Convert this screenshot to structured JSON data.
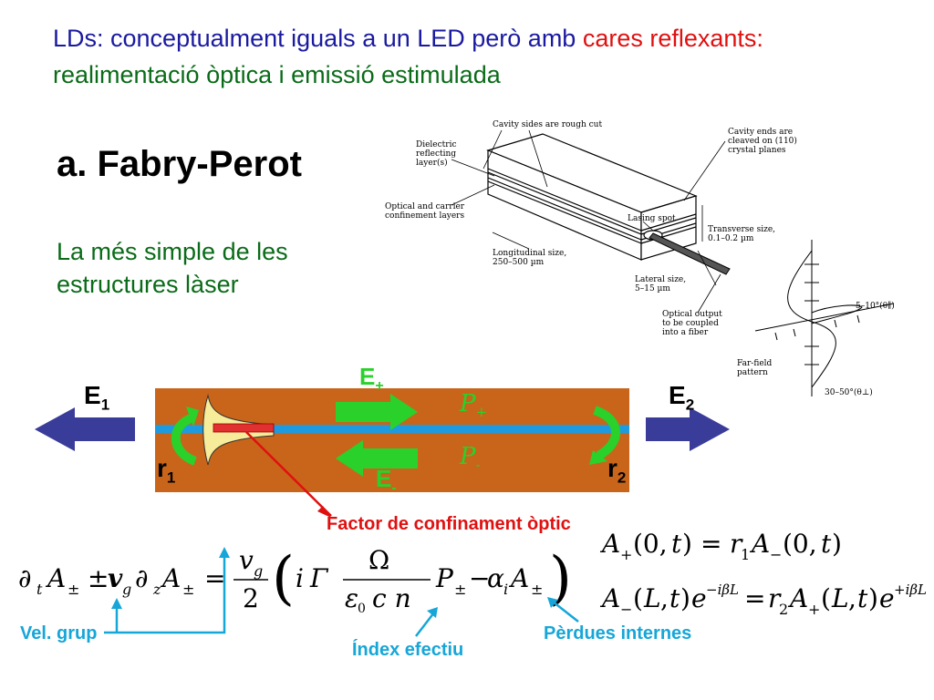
{
  "title": {
    "part1": "LDs: conceptualment iguals a un LED però amb ",
    "part2": "cares reflexants:",
    "part3": " realimentació òptica i emissió estimulada"
  },
  "heading": "a. Fabry-Perot",
  "subtitle": "La més simple de les estructures làser",
  "laser_figure": {
    "cavity_sides": "Cavity sides are rough cut",
    "cavity_ends_1": "Cavity ends are",
    "cavity_ends_2": "cleaved on (110)",
    "cavity_ends_3": "crystal planes",
    "dielectric_1": "Dielectric",
    "dielectric_2": "reflecting",
    "dielectric_3": "layer(s)",
    "optical_conf_1": "Optical and carrier",
    "optical_conf_2": "confinement layers",
    "lasing_spot": "Lasing spot",
    "transverse_1": "Transverse size,",
    "transverse_2": "0.1–0.2 µm",
    "longitudinal_1": "Longitudinal size,",
    "longitudinal_2": "250–500 µm",
    "lateral_1": "Lateral size,",
    "lateral_2": "5–15 µm",
    "optical_output_1": "Optical output",
    "optical_output_2": "to be coupled",
    "optical_output_3": "into a fiber",
    "farfield_1": "Far-field",
    "farfield_2": "pattern",
    "angle_1": "5–10°(θ∥)",
    "angle_2": "30–50°(θ⊥)"
  },
  "cavity": {
    "e1": "E",
    "e1_sub": "1",
    "e2": "E",
    "e2_sub": "2",
    "eplus": "E",
    "eplus_sub": "+",
    "eminus": "E",
    "eminus_sub": "-",
    "pplus": "P",
    "pplus_sub": "+",
    "pminus": "P",
    "pminus_sub": "-",
    "r1": "r",
    "r1_sub": "1",
    "r2": "r",
    "r2_sub": "2"
  },
  "labels": {
    "confinement": "Factor de confinament òptic",
    "group_velocity": "Vel. grup",
    "effective_index": "Índex efectiu",
    "internal_losses": "Pèrdues internes"
  },
  "colors": {
    "title_blue": "#1a1aa0",
    "accent_red": "#e01010",
    "text_green": "#0a6b18",
    "bright_green": "#29d12a",
    "cavity_brown": "#c9651a",
    "guide_blue": "#1e9be0",
    "arrow_navy": "#3a3c9a",
    "label_cyan": "#16a6d8"
  }
}
